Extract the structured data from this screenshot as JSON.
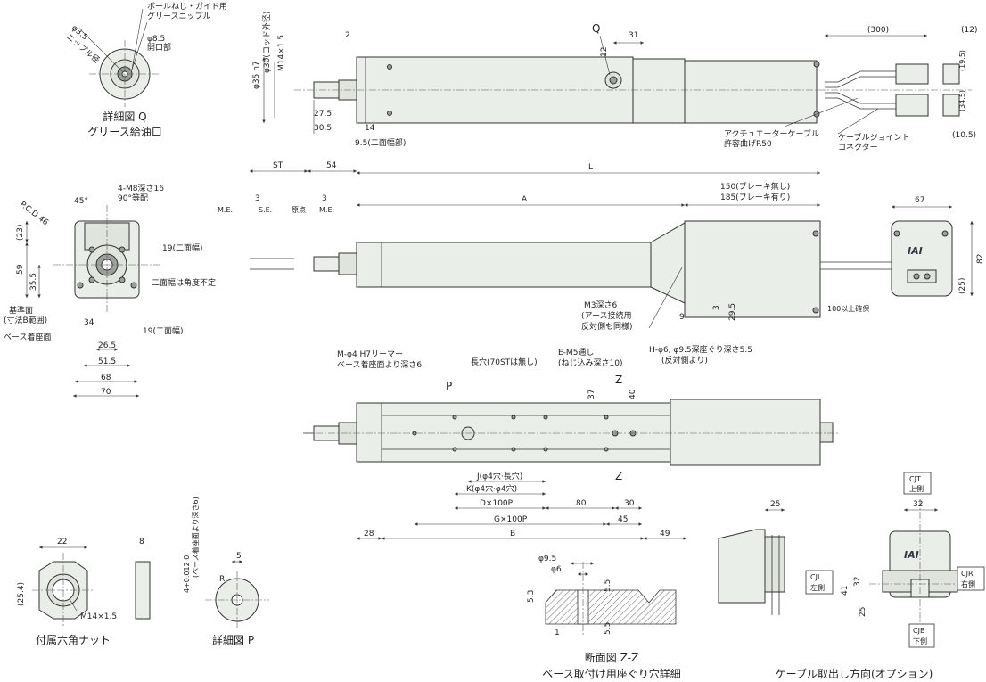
{
  "detail_q": {
    "title": "詳細図 Q",
    "subtitle": "グリース給油口",
    "nipple_dia": "φ3.5",
    "nipple_label": "ニップル径",
    "open_dia": "φ8.5",
    "open_label": "開口部",
    "note1": "ボールねじ・ガイド用",
    "note2": "グリースニップル"
  },
  "top_view": {
    "rod_dia": "φ35 h7",
    "rod_outer": "φ30(ロッド外径)",
    "thread": "M14×1.5",
    "d2": "2",
    "d27_5": "27.5",
    "d30_5": "30.5",
    "d14": "14",
    "flat": "9.5(二面幅部)",
    "q_label": "Q",
    "d12": "12",
    "d31": "31",
    "cable_len": "(300)",
    "d12p": "(12)",
    "d19_5": "(19.5)",
    "d34_5": "(34.5)",
    "d10_5": "(10.5)",
    "cable_note1": "アクチュエーターケーブル",
    "cable_note2": "許容曲げR50",
    "joint_note1": "ケーブルジョイント",
    "joint_note2": "コネクター"
  },
  "front_view": {
    "pcd": "P.C.D.46",
    "angle": "45°",
    "m8": "4-M8深さ16",
    "m8b": "90°等配",
    "d23": "(23)",
    "d59": "59",
    "d35_5": "35.5",
    "d19a": "19(二面幅)",
    "flat_note": "二面幅は角度不定",
    "ref_face": "基準面",
    "ref_face2": "(寸法B範囲)",
    "base_face": "ベース着座面",
    "d34": "34",
    "d19b": "19(二面幅)",
    "d26_5": "26.5",
    "d51_5": "51.5",
    "d68": "68",
    "d70": "70"
  },
  "side_view": {
    "st": "ST",
    "d54": "54",
    "l": "L",
    "me1": "M.E.",
    "d3a": "3",
    "se": "S.E.",
    "origin": "原点",
    "d3b": "3",
    "me2": "M.E.",
    "a": "A",
    "brake1": "150(ブレーキ無し)",
    "brake2": "185(ブレーキ有り)",
    "m3_1": "M3深さ6",
    "m3_2": "(アース接続用",
    "m3_3": "反対側も同様)",
    "d9": "9",
    "d3c": "3",
    "d29_5": "29.5",
    "min100": "100以上確保"
  },
  "end_view": {
    "d67": "67",
    "d82": "82",
    "d25": "(25)",
    "logo": "IAI"
  },
  "bottom_view": {
    "m_hole1": "M-φ4 H7リーマー",
    "m_hole2": "ベース着座面より深さ6",
    "slot": "長穴(70STは無し)",
    "e_m5_1": "E-M5通し",
    "e_m5_2": "(ねじ込み深さ10)",
    "h_hole1": "H-φ6, φ9.5深座ぐり深さ5.5",
    "h_hole2": "(反対側より)",
    "p_label": "P",
    "z_label": "Z",
    "d37": "37",
    "d40": "40",
    "j": "J(φ4穴·長穴)",
    "k": "K(φ4穴·φ4穴)",
    "dx": "D×100P",
    "d80": "80",
    "d30": "30",
    "gx": "G×100P",
    "d45": "45",
    "d28": "28",
    "b": "B",
    "d49": "49"
  },
  "nut": {
    "title": "付属六角ナット",
    "d22": "22",
    "d8": "8",
    "d25_4": "(25.4)",
    "thread": "M14×1.5"
  },
  "detail_p": {
    "title": "詳細図 P",
    "d5": "5",
    "tol": "4+0.012 0",
    "note": "(ベース着座面より深さ6)",
    "r": "R"
  },
  "section": {
    "title": "断面図 Z-Z",
    "subtitle": "ベース取付け用座ぐり穴詳細",
    "d9_5": "φ9.5",
    "d6": "φ6",
    "d5_3": "5.3",
    "d5_5a": "5.5",
    "d1": "1",
    "d5_5b": "5.5"
  },
  "cable_dir": {
    "title": "ケーブル取出し方向(オプション)",
    "d25": "25",
    "cjt1": "CJT",
    "cjt2": "上側",
    "d32a": "32",
    "cjl1": "CJL",
    "cjl2": "左側",
    "d41": "41",
    "d32b": "32",
    "cjr1": "CJR",
    "cjr2": "右側",
    "d25b": "25",
    "cjb1": "CJB",
    "cjb2": "下側",
    "logo": "IAI"
  }
}
